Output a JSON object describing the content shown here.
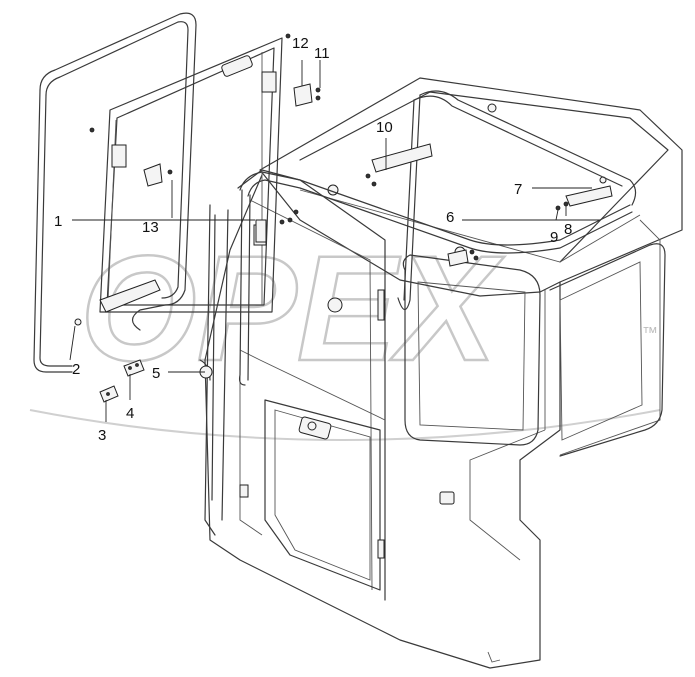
{
  "watermark": {
    "logo_text": "OPEX",
    "sub_text": "™"
  },
  "callouts": [
    {
      "id": "c1",
      "label": "1"
    },
    {
      "id": "c2",
      "label": "2"
    },
    {
      "id": "c3",
      "label": "3"
    },
    {
      "id": "c4",
      "label": "4"
    },
    {
      "id": "c5",
      "label": "5"
    },
    {
      "id": "c6",
      "label": "6"
    },
    {
      "id": "c7",
      "label": "7"
    },
    {
      "id": "c8",
      "label": "8"
    },
    {
      "id": "c9",
      "label": "9"
    },
    {
      "id": "c10",
      "label": "10"
    },
    {
      "id": "c11",
      "label": "11"
    },
    {
      "id": "c12",
      "label": "12"
    },
    {
      "id": "c13",
      "label": "13"
    }
  ]
}
